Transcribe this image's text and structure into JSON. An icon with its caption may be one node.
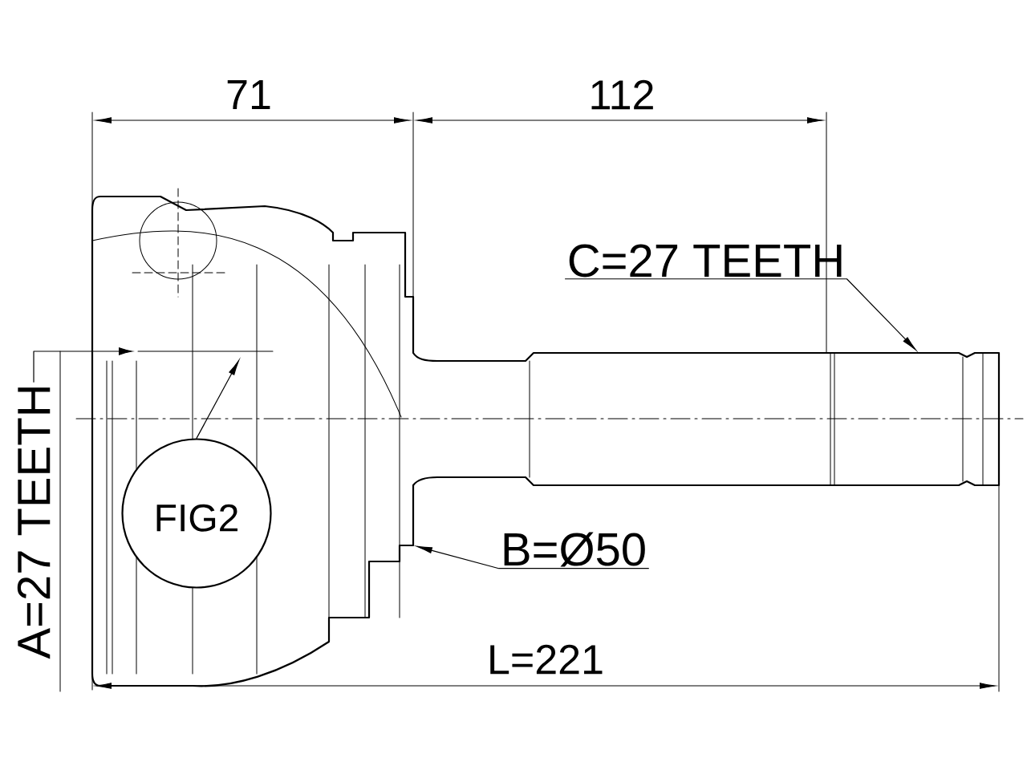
{
  "diagram": {
    "nodes": [
      {
        "text": [
          "C=27 TEETH"
        ]
      },
      {
        "text": [
          "B=Ø50"
        ]
      },
      {
        "text": [
          "A=27 TEETH"
        ]
      },
      {
        "text": [
          "FIG2"
        ]
      }
    ],
    "edges": [
      {
        "from": 0,
        "to": null,
        "arrow": "to"
      },
      {
        "from": 1,
        "to": null,
        "arrow": "to"
      },
      {
        "from": 2,
        "to": null,
        "arrow": "to"
      },
      {
        "from": 3,
        "to": null,
        "arrow": "to"
      }
    ],
    "labels": [
      "71",
      "112",
      "L=221"
    ]
  }
}
